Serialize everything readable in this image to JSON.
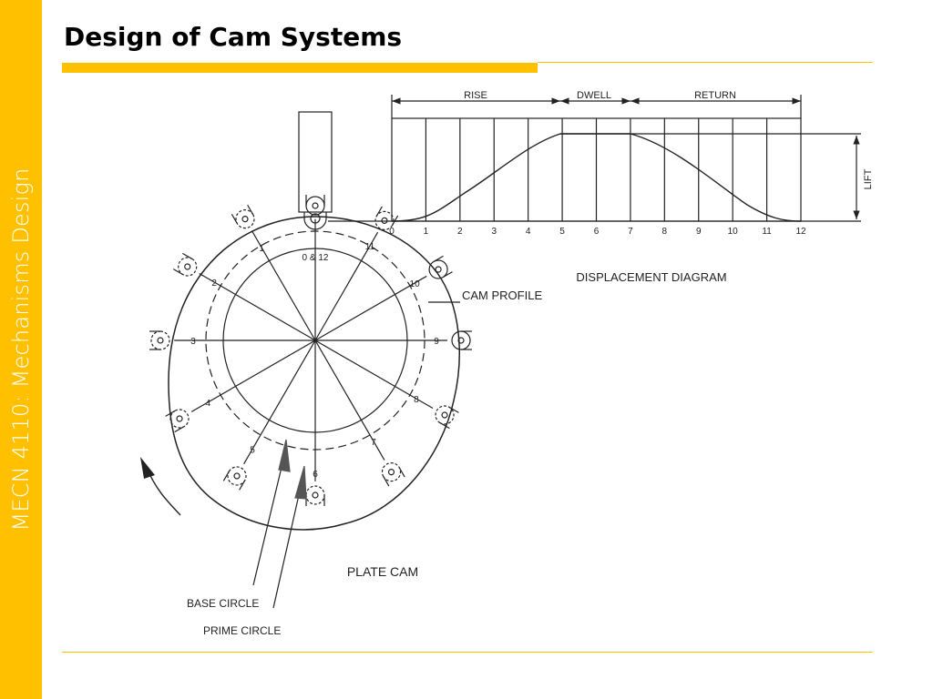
{
  "sidebar": {
    "text": "MECN 4110: Mechanisms Design"
  },
  "slide": {
    "title": "Design of Cam Systems"
  },
  "colors": {
    "accent": "#FFC000",
    "ink": "#222222"
  },
  "diagram": {
    "displacement": {
      "segments": [
        "RISE",
        "DWELL",
        "RETURN"
      ],
      "ticks": [
        "0",
        "1",
        "2",
        "3",
        "4",
        "5",
        "6",
        "7",
        "8",
        "9",
        "10",
        "11",
        "12"
      ],
      "lift_label": "LIFT",
      "caption": "DISPLACEMENT DIAGRAM"
    },
    "cam": {
      "positions": [
        "0 & 12",
        "1",
        "2",
        "3",
        "4",
        "5",
        "6",
        "7",
        "8",
        "9",
        "10",
        "11"
      ],
      "cam_profile_label": "CAM PROFILE",
      "caption": "PLATE CAM",
      "base_circle_label": "BASE CIRCLE",
      "prime_circle_label": "PRIME CIRCLE"
    }
  }
}
